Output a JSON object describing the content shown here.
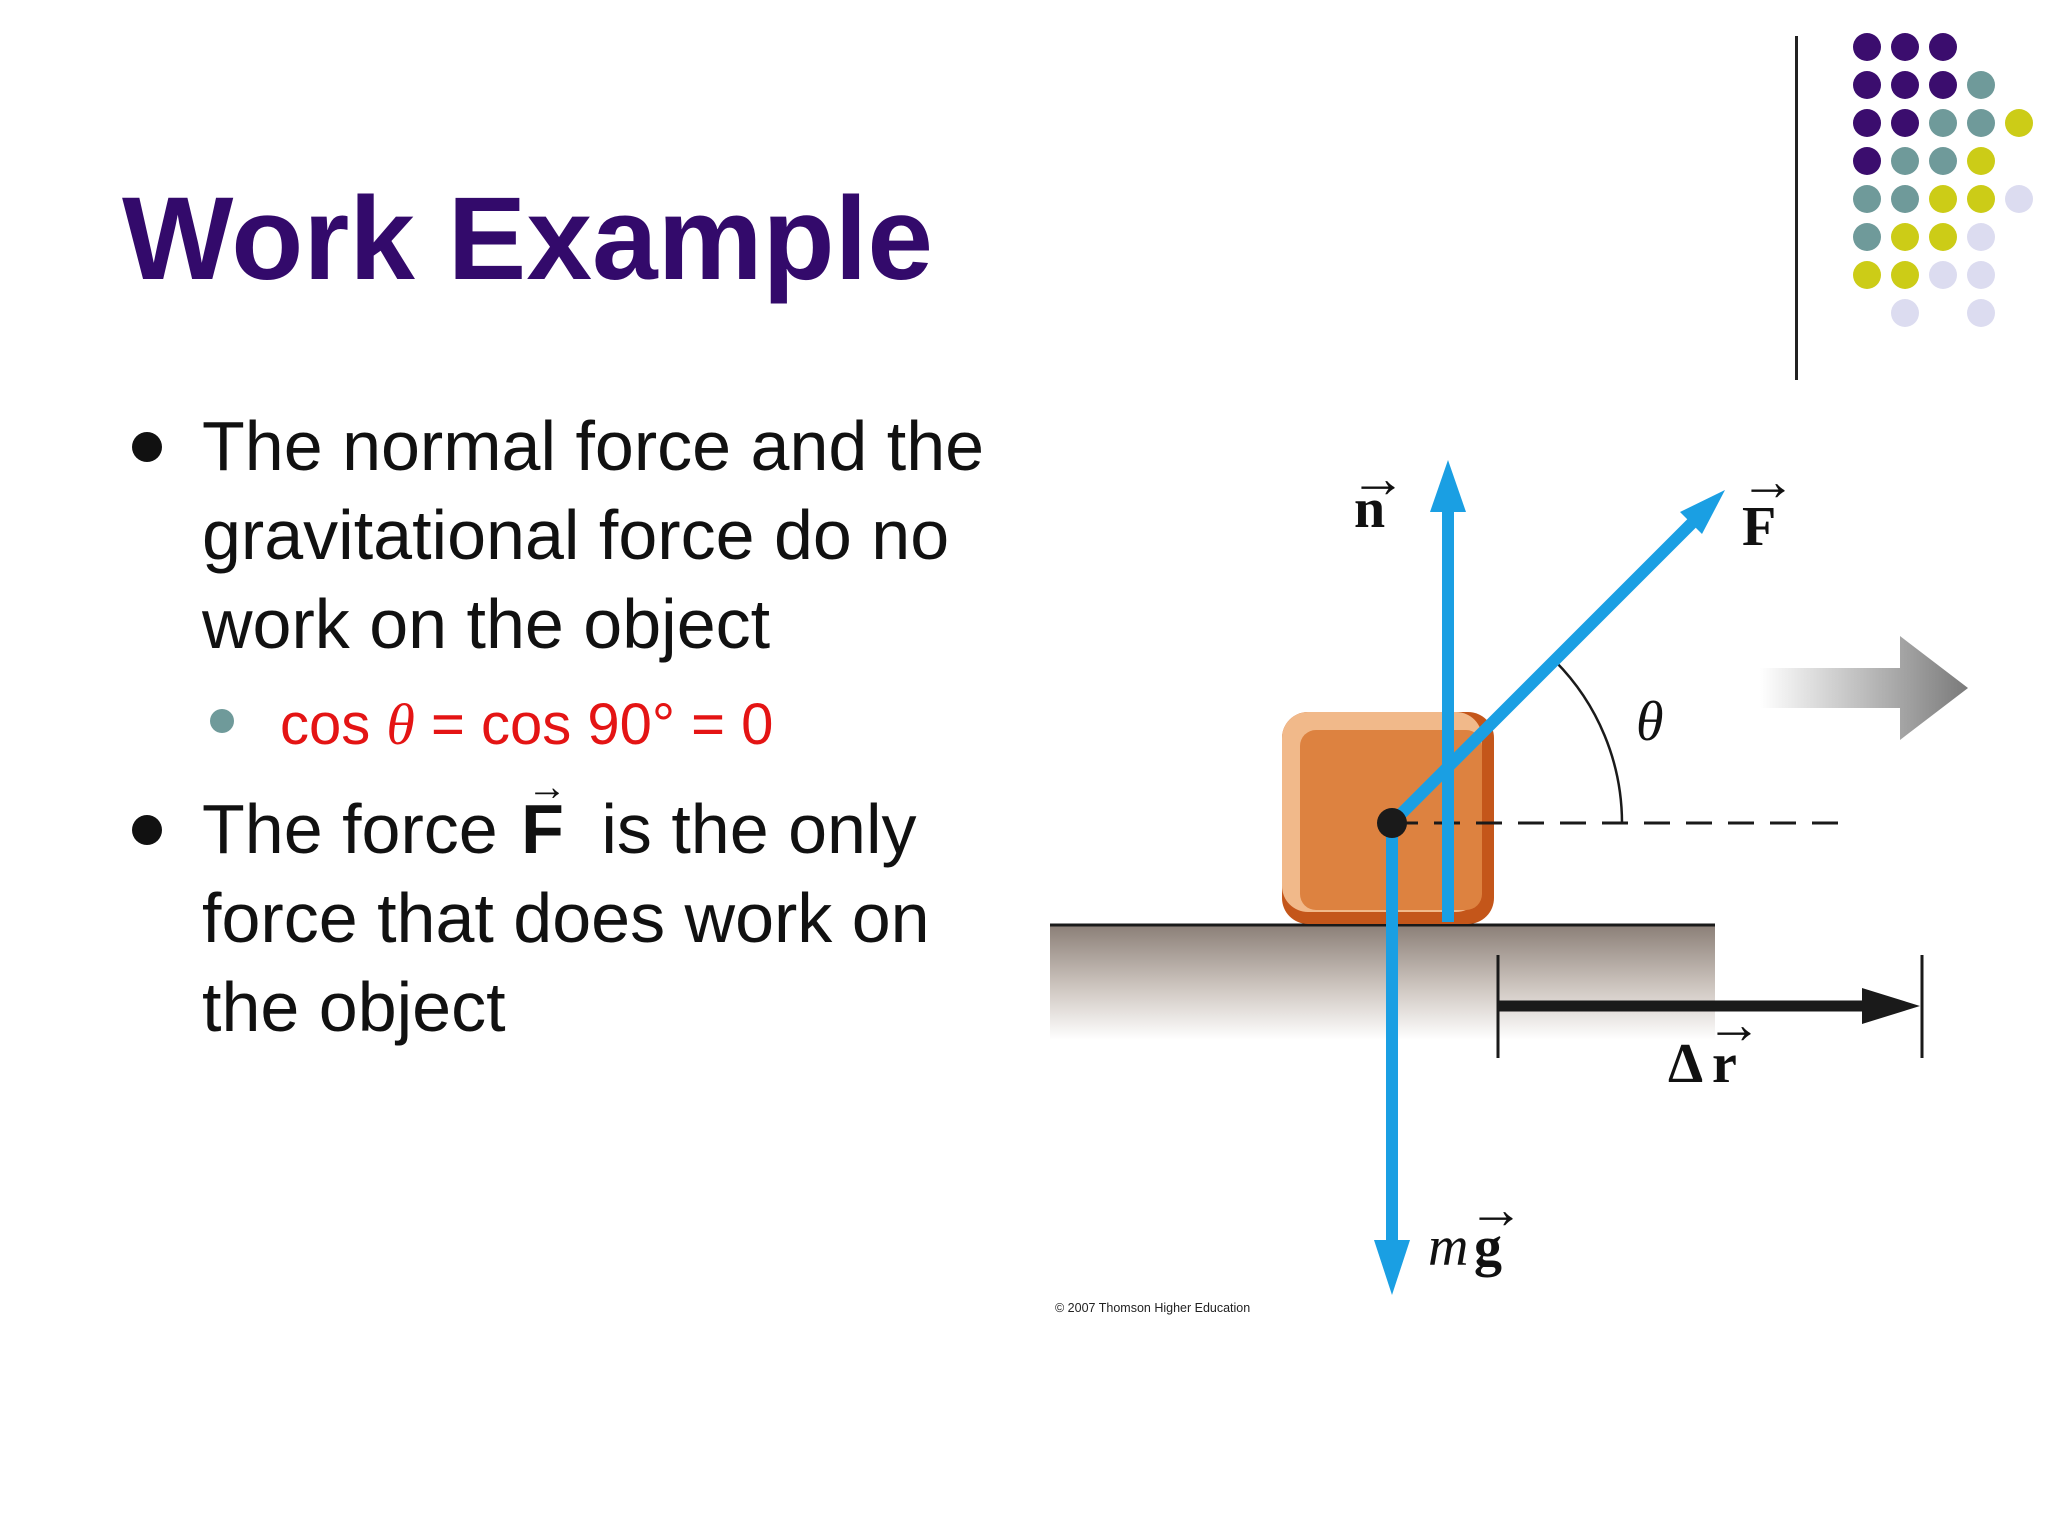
{
  "slide": {
    "title": "Work Example",
    "bullets": {
      "b1": "The normal force and the gravitational force do no work on the object",
      "sub_cos": "cos ",
      "sub_theta": "θ",
      "sub_rest": " = cos 90° = 0",
      "b2_prefix": "The force ",
      "b2_vector": "F",
      "b2_vector_arrow": "→",
      "b2_suffix": " is the only force that does work on the object"
    },
    "colors": {
      "title": "#330a6b",
      "body_text": "#111111",
      "sub_text": "#e41414",
      "sub_bullet": "#6f9a9a",
      "force_arrows": "#1a9fe3",
      "block": "#dd8240"
    }
  },
  "diagram": {
    "labels": {
      "normal": "n",
      "applied": "F",
      "angle": "θ",
      "displacement_delta": "Δ",
      "displacement_r": "r",
      "weight_m": "m",
      "weight_g": "g",
      "vector_arrow": "→"
    },
    "copyright": "© 2007 Thomson Higher Education"
  },
  "decor": {
    "dot_grid": [
      {
        "row": 0,
        "cols": [
          "#3b0d6e",
          "#3b0d6e",
          "#3b0d6e",
          null,
          null
        ]
      },
      {
        "row": 1,
        "cols": [
          "#3b0d6e",
          "#3b0d6e",
          "#3b0d6e",
          "#6f9a9a",
          null
        ]
      },
      {
        "row": 2,
        "cols": [
          "#3b0d6e",
          "#3b0d6e",
          "#6f9a9a",
          "#6f9a9a",
          "#cccc17"
        ]
      },
      {
        "row": 3,
        "cols": [
          "#3b0d6e",
          "#6f9a9a",
          "#6f9a9a",
          "#cccc17",
          null
        ]
      },
      {
        "row": 4,
        "cols": [
          "#6f9a9a",
          "#6f9a9a",
          "#cccc17",
          "#cccc17",
          "#dcdcf0"
        ]
      },
      {
        "row": 5,
        "cols": [
          "#6f9a9a",
          "#cccc17",
          "#cccc17",
          "#dcdcf0",
          null
        ]
      },
      {
        "row": 6,
        "cols": [
          "#cccc17",
          "#cccc17",
          "#dcdcf0",
          "#dcdcf0",
          null
        ]
      },
      {
        "row": 7,
        "cols": [
          null,
          "#dcdcf0",
          null,
          "#dcdcf0",
          null
        ]
      }
    ]
  }
}
